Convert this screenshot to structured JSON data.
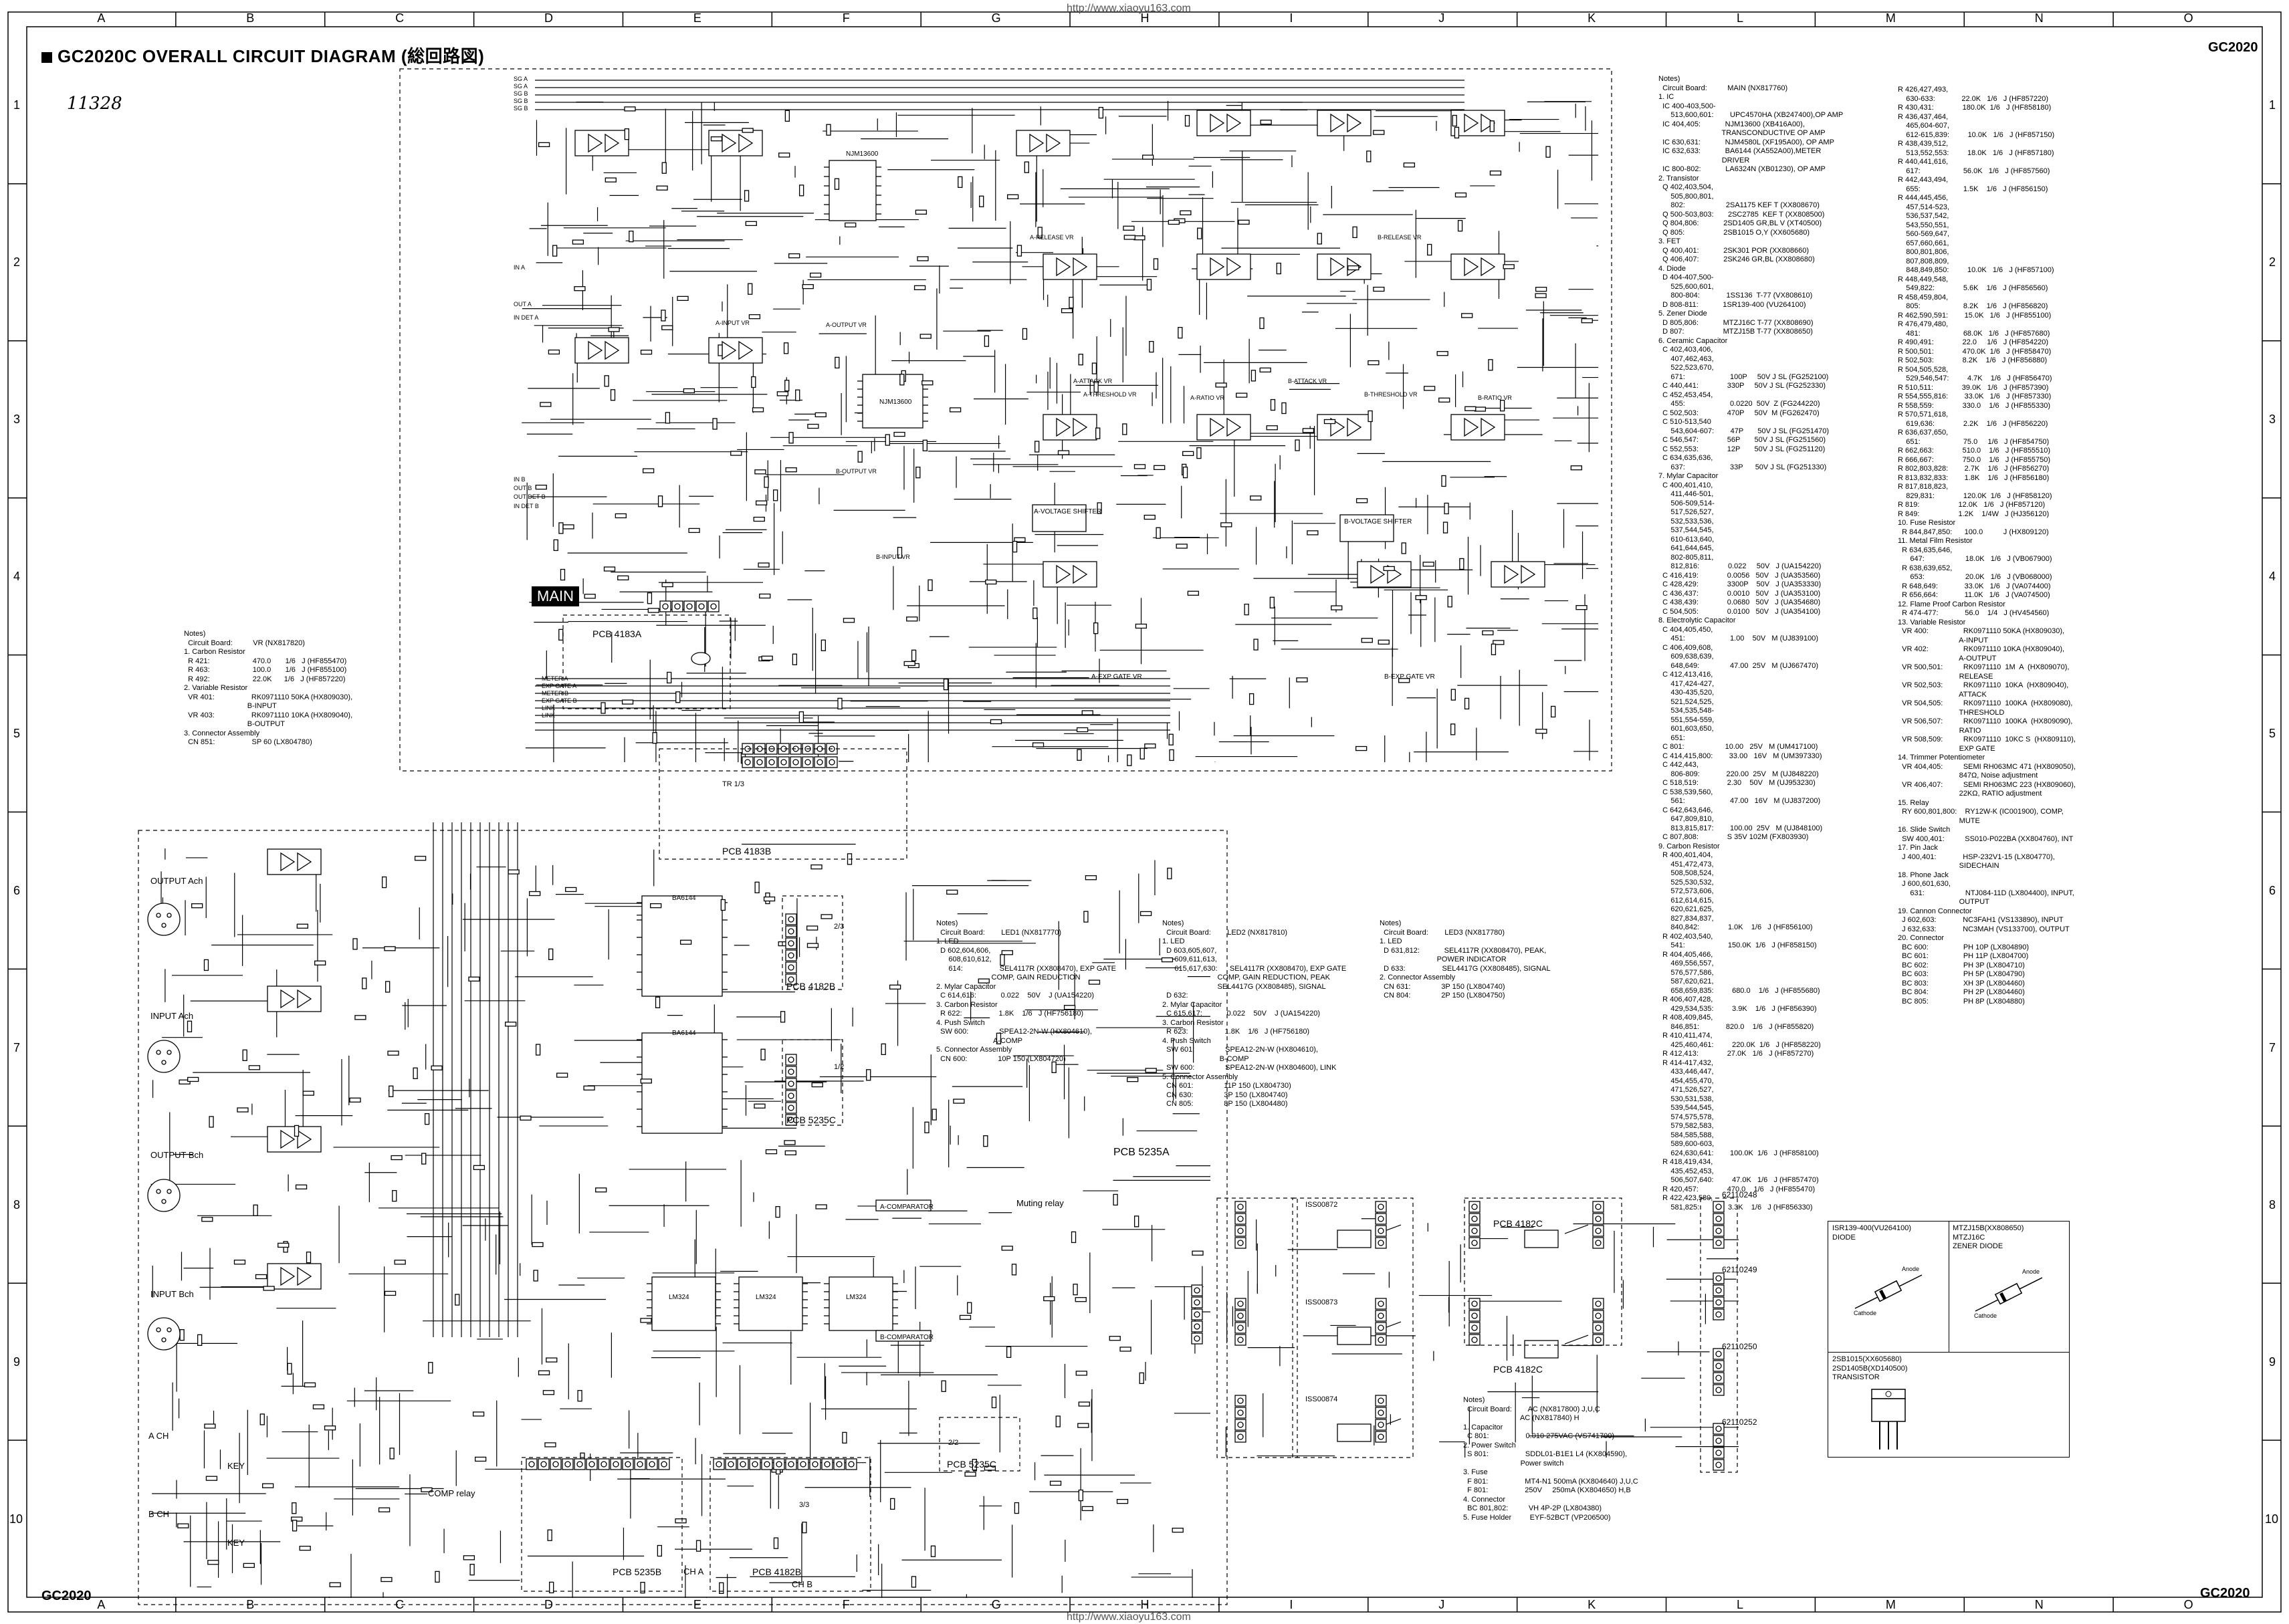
{
  "header": {
    "title": "GC2020C OVERALL CIRCUIT DIAGRAM (総回路図)",
    "model_top_right": "GC2020",
    "model_bottom_left": "GC2020",
    "model_bottom_right": "GC2020",
    "url_top": "http://www.xiaoyu163.com",
    "url_bottom": "http://www.xiaoyu163.com",
    "handwritten": "11328"
  },
  "grid": {
    "columns": [
      "A",
      "B",
      "C",
      "D",
      "E",
      "F",
      "G",
      "H",
      "I",
      "J",
      "K",
      "L",
      "M",
      "N",
      "O"
    ],
    "rows": [
      "1",
      "2",
      "3",
      "4",
      "5",
      "6",
      "7",
      "8",
      "9",
      "10"
    ]
  },
  "labels": {
    "main": "MAIN",
    "pcb_5235a": "PCB 5235A",
    "pcb_5235b": "PCB 5235B",
    "pcb_5235c": "PCB 5235C",
    "pcb_4182b": "PCB 4182B",
    "pcb_4182c": "PCB 4182C",
    "pcb_4183a": "PCB 4183A",
    "pcb_4183b": "PCB 4183B",
    "pcb_4182_top": "PCB 4182B",
    "output_ach": "OUTPUT Ach",
    "input_ach": "INPUT Ach",
    "output_bch": "OUTPUT Bch",
    "input_bch": "INPUT Bch",
    "a_ch": "A CH",
    "b_ch": "B CH",
    "key": "KEY",
    "comp_relay": "COMP relay",
    "muting_relay": "Muting relay",
    "a_comparator": "A-COMPARATOR",
    "b_comparator": "B-COMPARATOR",
    "ch_a": "CH A",
    "ch_b": "CH B",
    "a_voltage_shifter": "A-VOLTAGE SHIFTER",
    "b_voltage_shifter": "B-VOLTAGE SHIFTER",
    "a_exp_gate": "A-EXP GATE VR",
    "b_exp_gate": "B-EXP GATE VR",
    "a_release": "A-RELEASE VR",
    "b_release": "B-RELEASE VR",
    "a_threshold": "A-THRESHOLD VR",
    "b_threshold": "B-THRESHOLD VR",
    "a_ratio": "A-RATIO VR",
    "b_ratio": "B-RATIO VR",
    "a_attack": "A-ATTACK VR",
    "b_attack": "B-ATTACK VR",
    "a_output": "A-OUTPUT VR",
    "b_output": "B-OUTPUT VR",
    "a_input": "A-INPUT VR",
    "b_input": "B-INPUT VR",
    "nj_left": "NJM13600",
    "nj_right": "NJM13600",
    "lm_1": "LM324",
    "lm_2": "LM324",
    "lm_3": "LM324",
    "ba_1": "BA6144",
    "ba_2": "BA6144",
    "tr_1": "TR 1/3",
    "tr_2": "2/3",
    "tr_3": "3/3",
    "tr_4": "1/2",
    "tr_5": "2/2",
    "conn_1": "ISS00872",
    "conn_2": "ISS00873",
    "conn_3": "ISS00874",
    "conn_4": "62110248",
    "conn_5": "62110249",
    "conn_6": "62110250",
    "conn_7": "62110252",
    "sig_lines": [
      "SG A",
      "SG A",
      "SG B",
      "SG B",
      "SG B"
    ],
    "in_lines": [
      "IN A",
      "OUT A",
      "IN DET A"
    ],
    "in_lines_b": [
      "IN B",
      "OUT B",
      "OUT DET B",
      "IN DET B"
    ],
    "meter_lines": [
      "METER A",
      "EXP GATE A",
      "METER B",
      "EXP GATE B",
      "LINK",
      "LINK"
    ]
  },
  "notes_vr": {
    "text": "Notes)\n  Circuit Board:          VR (NX817820)\n1. Carbon Resistor\n  R 421:                     470.0       1/6   J (HF855470)\n  R 463:                     100.0       1/6   J (HF855100)\n  R 492:                     22.0K      1/6   J (HF857220)\n2. Variable Resistor\n  VR 401:                  RK0971110 50KA (HX809030),\n                               B-INPUT\n  VR 403:                  RK0971110 10KA (HX809040),\n                               B-OUTPUT\n3. Connector Assembly\n  CN 851:                  SP 60 (LX804780)"
  },
  "notes_main_a": {
    "text": "Notes)\n  Circuit Board:          MAIN (NX817760)\n1. IC\n  IC 400-403,500-\n      513,600,601:        UPC4570HA (XB247400),OP AMP\n  IC 404,405:            NJM13600 (XB416A00),\n                               TRANSCONDUCTIVE OP AMP\n  IC 630,631:            NJM4580L (XF195A00), OP AMP\n  IC 632,633:            BA6144 (XA552A00),METER\n                               DRIVER\n  IC 800-802:            LA6324N (XB01230), OP AMP\n2. Transistor\n  Q 402,403,504,\n      505,800,801,\n      802:                    2SA1175 KEF T (XX808670)\n  Q 500-503,803:       2SC2785  KEF T (XX808500)\n  Q 804,806:            2SD1405 GR,BL V (XT40500)\n  Q 805:                   2SB1015 O,Y (XX605680)\n3. FET\n  Q 400,401:            2SK301 POR (XX808660)\n  Q 406,407:            2SK246 GR,BL (XX808680)\n4. Diode\n  D 404-407,500-\n      525,600,601,\n      800-804:             1SS136  T-77 (VX808610)\n  D 808-811:            1SR139-400 (VU264100)\n5. Zener Diode\n  D 805,806:            MTZJ16C T-77 (XX808690)\n  D 807:                   MTZJ15B T-77 (XX808650)\n6. Ceramic Capacitor\n  C 402,403,406,\n      407,462,463,\n      522,523,670,\n      671:                      100P     50V J SL (FG252100)\n  C 440,441:              330P     50V J SL (FG252330)\n  C 452,453,454,\n      455:                      0.0220  50V  Z (FG244220)\n  C 502,503:              470P     50V  M (FG262470)\n  C 510-513,540\n      543,604-607:        47P       50V J SL (FG251470)\n  C 546,547:              56P       50V J SL (FG251560)\n  C 552,553:              12P       50V J SL (FG251120)\n  C 634,635,636,\n      637:                      33P      50V J SL (FG251330)\n7. Mylar Capacitor\n  C 400,401,410,\n      411,446-501,\n      506-509,514-\n      517,526,527,\n      532,533,536,\n      537,544,545,\n      610-613,640,\n      641,644,645,\n      802-805,811,\n      812,816:              0.022     50V   J (UA154220)\n  C 416,419:              0.0056   50V   J (UA353560)\n  C 428,429:              3300P    50V   J (UA353330)\n  C 436,437:              0.0010   50V   J (UA353100)\n  C 438,439:              0.0680   50V   J (UA354680)\n  C 504,505:              0.0100   50V   J (UA354100)\n8. Electrolytic Capacitor\n  C 404,405,450,\n      451:                      1.00    50V   M (UJ839100)\n  C 406,409,608,\n      609,638,639,\n      648,649:               47.00  25V   M (UJ667470)\n  C 412,413,416,\n      417,424-427,\n      430-435,520,\n      521,524,525,\n      534,535,548-\n      551,554-559,\n      601,603,650,\n      651:\n  C 801:                    10.00   25V   M (UM417100)\n  C 414,415,800:        33.00   16V   M (UM397330)\n  C 442,443,\n      806-809:             220.00  25V   M (UJ848220)\n  C 518,519:              2.30    50V   M (UJ953230)\n  C 538,539,560,\n      561:                      47.00   16V   M (UJ837200)\n  C 642,643,646,\n      647,809,810,\n      813,815,817:        100.00  25V   M (UJ848100)\n  C 807,808:              S 35V 102M (FX803930)\n9. Carbon Resistor\n  R 400,401,404,\n      451,472,473,\n      508,508,524,\n      525,530,532,\n      572,573,606,\n      612,614,615,\n      620,621,625,\n      827,834,837,\n      840,842:              1.0K    1/6   J (HF856100)\n  R 402,403,540,\n      541:                     150.0K  1/6   J (HF858150)\n  R 404,405,466,\n      469,556,557,\n      576,577,586,\n      587,620,621,\n      658,659,835:         680.0    1/6   J (HF855680)\n  R 406,407,428,\n      429,534,535:         3.9K    1/6   J (HF856390)\n  R 408,409,845,\n      846,851:             820.0    1/6   J (HF855820)\n  R 410,411,474,\n      425,460,461:         220.0K  1/6   J (HF858220)\n  R 412,413:              27.0K   1/6   J (HF857270)\n  R 414-417,432,\n      433,446,447,\n      454,455,470,\n      471,526,527,\n      530,531,538,\n      539,544,545,\n      574,575,578,\n      579,582,583,\n      584,585,588,\n      589,600-603,\n      624,630,641:        100.0K  1/6   J (HF858100)\n  R 418,419,434,\n      435,452,453,\n      506,507,640:         47.0K   1/6   J (HF857470)\n  R 420,457:              470.0    1/6   J (HF855470)\n  R 422,423,580,\n      581,825:              3.3K    1/6   J (HF856330)"
  },
  "notes_main_b": {
    "text": "R 426,427,493,\n    630-633:             22.0K   1/6   J (HF857220)\nR 430,431:              180.0K  1/6   J (HF858180)\nR 436,437,464,\n    465,604-607,\n    612-615,839:         10.0K   1/6   J (HF857150)\nR 438,439,512,\n    513,552,553:         18.0K   1/6   J (HF857180)\nR 440,441,616,\n    617:                     56.0K   1/6   J (HF857560)\nR 442,443,494,\n    655:                     1.5K    1/6   J (HF856150)\nR 444,445,456,\n    457,514-523,\n    536,537,542,\n    543,550,551,\n    560-569,647,\n    657,660,661,\n    800,801,806,\n    807,808,809,\n    848,849,850:         10.0K   1/6   J (HF857100)\nR 448,449,548,\n    549,822:              5.6K    1/6   J (HF856560)\nR 458,459,804,\n    805:                     8.2K    1/6   J (HF856820)\nR 462,590,591:        15.0K   1/6   J (HF855100)\nR 476,479,480,\n    481:                     68.0K   1/6   J (HF857680)\nR 490,491:              22.0     1/6   J (HF854220)\nR 500,501:              470.0K  1/6   J (HF858470)\nR 502,503:              8.2K    1/6   J (HF856880)\nR 504,505,528,\n    529,546,547:         4.7K    1/6   J (HF856470)\nR 510,511:              39.0K   1/6   J (HF857390)\nR 554,555,816:        33.0K   1/6   J (HF857330)\nR 558,559:              330.0    1/6   J (HF855330)\nR 570,571,618,\n    619,636:              2.2K    1/6   J (HF856220)\nR 636,637,650,\n    651:                     75.0     1/6   J (HF854750)\nR 662,663:              510.0    1/6   J (HF855510)\nR 666,667:              750.0    1/6   J (HF855750)\nR 802,803,828:        2.7K    1/6   J (HF856270)\nR 813,832,833:        1.8K    1/6   J (HF856180)\nR 817,818,823,\n    829,831:              120.0K  1/6   J (HF858120)\nR 819:                   12.0K   1/6   J (HF857120)\nR 849:                   1.2K    1/4W   J (HJ356120)\n10. Fuse Resistor\n  R 844,847,850:      100.0          J (HX809120)\n11. Metal Film Resistor\n  R 634,635,646,\n      647:                    18.0K   1/6   J (VB067900)\n  R 638,639,652,\n      653:                    20.0K   1/6   J (VB068000)\n  R 648,649:             33.0K   1/6   J (VA074400)\n  R 656,664:             11.0K   1/6   J (VA074500)\n12. Flame Proof Carbon Resistor\n  R 474-477:             56.0    1/4   J (HV454560)\n13. Variable Resistor\n  VR 400:                 RK0971110 50KA (HX809030),\n                              A-INPUT\n  VR 402:                 RK0971110 10KA (HX809040),\n                              A-OUTPUT\n  VR 500,501:          RK0971110  1M  A  (HX809070),\n                              RELEASE\n  VR 502,503:          RK0971110  10KA  (HX809040),\n                              ATTACK\n  VR 504,505:          RK0971110  100KA  (HX809080),\n                              THRESHOLD\n  VR 506,507:          RK0971110  100KA  (HX809090),\n                              RATIO\n  VR 508,509:          RK0971110  10KC S  (HX809110),\n                              EXP GATE\n14. Trimmer Potentiometer\n  VR 404,405:          SEMI RH063MC 471 (HX809050),\n                              847Ω, Noise adjustment\n  VR 406,407:          SEMI RH063MC 223 (HX809060),\n                              22KΩ, RATIO adjustment\n15. Relay\n  RY 600,801,800:    RY12W-K (IC001900), COMP,\n                              MUTE\n16. Slide Switch\n  SW 400,401:          SS010-P022BA (XX804760), INT\n17. Pin Jack\n  J 400,401:             HSP-232V1-15 (LX804770),\n                              SIDECHAIN\n18. Phone Jack\n  J 600,601,630,\n      631:                    NTJ084-11D (LX804400), INPUT,\n                              OUTPUT\n19. Cannon Connector\n  J 602,603:             NC3FAH1 (VS133890), INPUT\n  J 632,633:             NC3MAH (VS133700), OUTPUT\n20. Connector\n  BC 600:                 PH 10P (LX804890)\n  BC 601:                 PH 11P (LX804700)\n  BC 602:                 PH 3P (LX804710)\n  BC 603:                 PH 5P (LX804790)\n  BC 803:                 XH 3P (LX804460)\n  BC 804:                 PH 2P (LX804460)\n  BC 805:                 PH 8P (LX804880)"
  },
  "notes_led1": {
    "text": "Notes)\n  Circuit Board:        LED1 (NX817770)\n1. LED\n  D 602,604,606,\n      608,610,612,\n      614:                  SEL4117R (XX808470), EXP GATE\n                           COMP, GAIN REDUCTION\n2. Mylar Capacitor\n  C 614,616:            0.022    50V    J (UA154220)\n3. Carbon Resistor\n  R 622:                  1.8K    1/6   J (HF756180)\n4. Push Switch\n  SW 600:               SPEA12-2N-W (HX804610),\n                            A-COMP\n5. Connector Assembly\n  CN 600:               10P 150 (LX804720)"
  },
  "notes_led2": {
    "text": "Notes)\n  Circuit Board:        LED2 (NX817810)\n1. LED\n  D 603,605,607,\n      609,611,613,\n      615,617,630:      SEL4117R (XX808470), EXP GATE\n                           COMP, GAIN REDUCTION, PEAK\n                           SEL4417G (XX808485), SIGNAL\n  D 632:\n2. Mylar Capacitor\n  C 615,617:            0.022    50V    J (UA154220)\n3. Carbon Resistor\n  R 623:                  1.8K    1/6   J (HF756180)\n4. Push Switch\n  SW 601:               SPEA12-2N-W (HX804610),\n                            B-COMP\n  SW 600:               SPEA12-2N-W (HX804600), LINK\n5. Connector Assembly\n  CN 601:               11P 150 (LX804730)\n  CN 630:               3P 150 (LX804740)\n  CN 805:               8P 150 (LX804480)"
  },
  "notes_led3": {
    "text": "Notes)\n  Circuit Board:        LED3 (NX817780)\n1. LED\n  D 631,812:            SEL4117R (XX808470), PEAK,\n                            POWER INDICATOR\n  D 633:                  SEL4417G (XX808485), SIGNAL\n2. Connector Assembly\n  CN 631:               3P 150 (LX804740)\n  CN 804:               2P 150 (LX804750)"
  },
  "notes_ac": {
    "text": "Notes)\n  Circuit Board:        AC (NX817800) J,U,C\n                            AC (NX817840) H\n1. Capacitor\n  C 801:                  0.010 275VAC (VS741700)\n2. Power Switch\n  S 801:                  SDDL01-B1E1 L4 (KX804590),\n                            Power switch\n3. Fuse\n  F 801:                  MT4-N1 500mA (KX804640) J,U,C\n  F 801:                  250V     250mA (KX804650) H,B\n4. Connector\n  BC 801,802:          VH 4P-2P (LX804380)\n5. Fuse Holder         EYF-52BCT (VP206500)"
  },
  "legend_box": {
    "diode_title": "ISR139-400(VU264100)\nDIODE",
    "zener_title": "MTZJ15B(XX808650)\nMTZJ16C\nZENER DIODE",
    "anode": "Anode",
    "cathode": "Cathode",
    "transistor_title": "2SB1015(XX605680)\n2SD1405B(XD140500)\nTRANSISTOR"
  },
  "colors": {
    "ink": "#000000",
    "paper": "#ffffff",
    "watermark": "#d9d9d9"
  }
}
